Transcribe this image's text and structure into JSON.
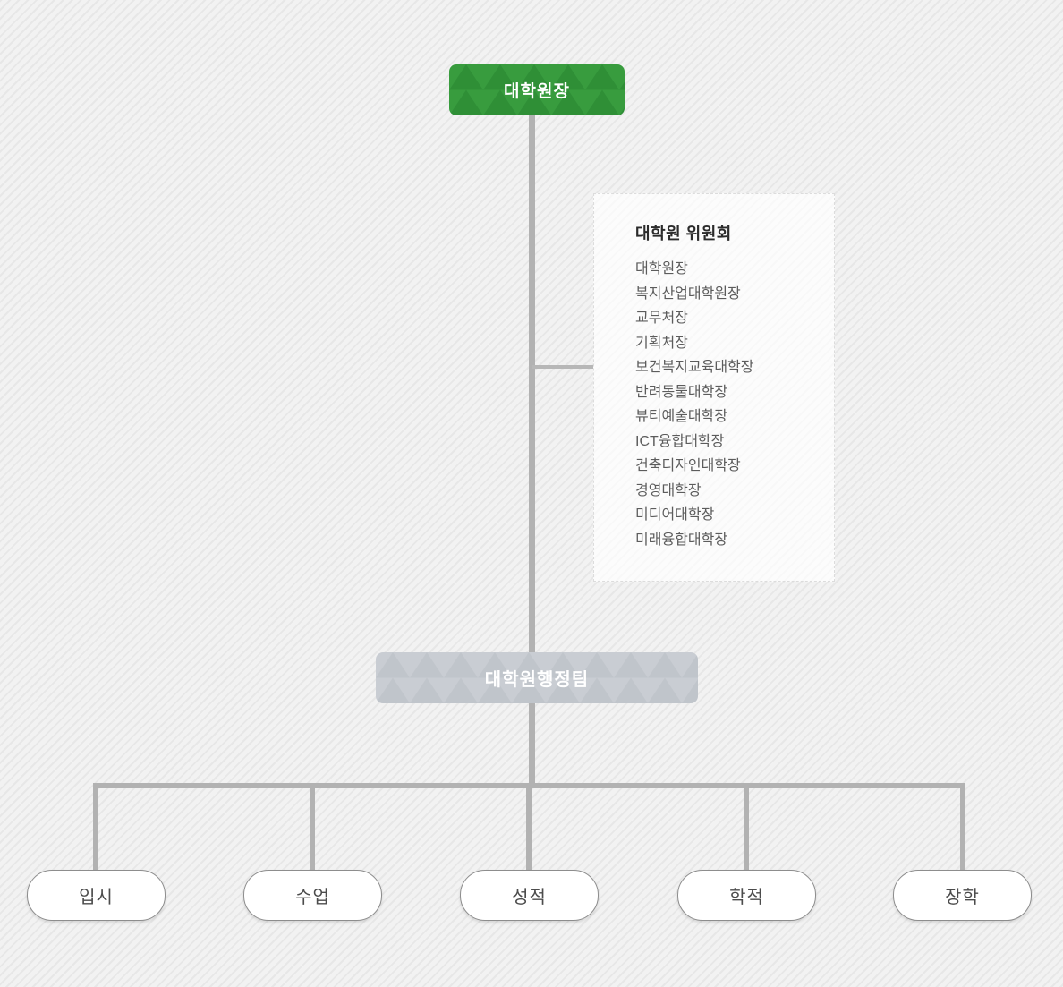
{
  "colors": {
    "root_triangle_dark": "#2f8f36",
    "root_triangle_light": "#389c3e",
    "admin_triangle_dark": "#c0c5cb",
    "admin_triangle_light": "#c9cdd3",
    "connector_line": "#b2b2b2",
    "background_stripe_dark": "#e7e7e7",
    "background_stripe_light": "#f2f2f2"
  },
  "org_chart": {
    "root": {
      "label": "대학원장"
    },
    "committee": {
      "title": "대학원 위원회",
      "members": [
        "대학원장",
        "복지산업대학원장",
        "교무처장",
        "기획처장",
        "보건복지교육대학장",
        "반려동물대학장",
        "뷰티예술대학장",
        "ICT융합대학장",
        "건축디자인대학장",
        "경영대학장",
        "미디어대학장",
        "미래융합대학장"
      ]
    },
    "admin_team": {
      "label": "대학원행정팀"
    },
    "departments": [
      "입시",
      "수업",
      "성적",
      "학적",
      "장학"
    ]
  }
}
